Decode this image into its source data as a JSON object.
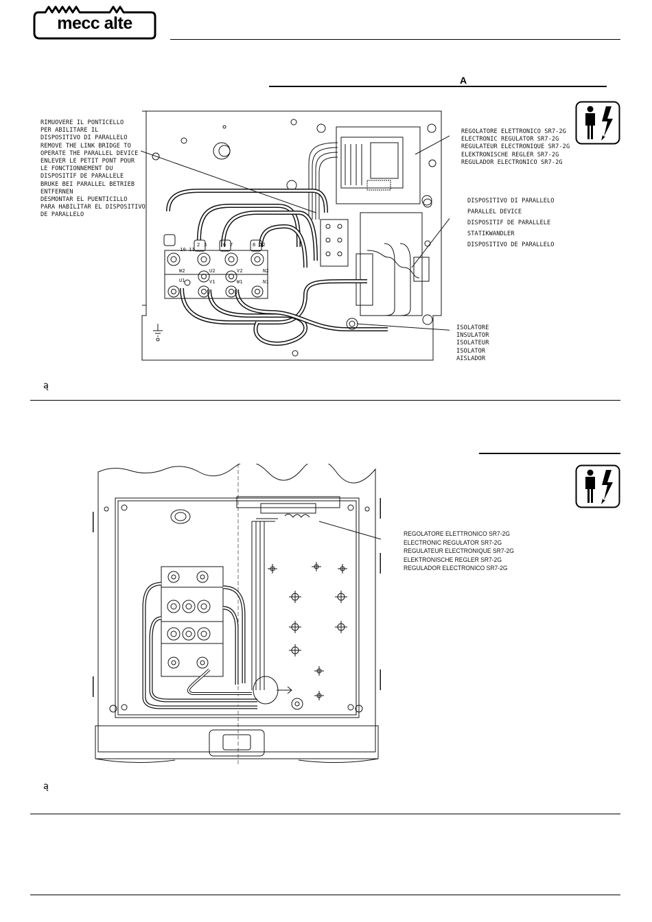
{
  "header": {
    "brand": "mecc alte"
  },
  "section1": {
    "letter": "A",
    "left_label": "RIMUOVERE IL PONTICELLO\nPER ABILITARE IL\nDISPOSITIVO DI PARALLELO\nREMOVE THE LINK BRIDGE TO\nOPERATE THE PARALLEL DEVICE\nENLEVER LE PETIT PONT POUR\nLE FONCTIONNEMENT DU\nDISPOSITIF DE PARALLELE\nBRUKE BEI PARALLEL BETRIEB\nENTFERNEN\nDESMONTAR EL PUENTICILLO\nPARA HABILITAR EL DISPOSITIVO\nDE PARALLELO",
    "regulator_label": "REGOLATORE ELETTRONICO SR7-2G\nELECTRONIC REGULATOR SR7-2G\nREGULATEUR ELECTRONIQUE SR7-2G\nELEKTRONISCHE REGLER SR7-2G\nREGULADOR ELECTRONICO SR7-2G",
    "parallel_label": "DISPOSITIVO DI PARALLELO\nPARALLEL DEVICE\nDISPOSITIF DE PARALLELE\nSTATIKWANDLER\nDISPOSITIVO DE PARALLELO",
    "insulator_label": "ISOLATORE\nINSULATOR\nISOLATEUR\nISOLATOR\nAISLADOR",
    "terminal_labels": [
      "W2",
      "U2",
      "V2",
      "N2",
      "U1",
      "V1",
      "W1",
      "N1",
      "10",
      "11",
      "2",
      "3",
      "6",
      "7",
      "8",
      "12"
    ],
    "footnote_mark": "ą"
  },
  "section2": {
    "regulator_label": "REGOLATORE ELETTRONICO SR7-2G\nELECTRONIC REGULATOR SR7-2G\nREGULATEUR ELECTRONIQUE SR7-2G\nELEKTRONISCHE REGLER SR7-2G\nREGULADOR ELECTRONICO SR7-2G",
    "footnote_mark": "ą"
  },
  "icons": {
    "warning": "electrical-hazard-icon"
  }
}
